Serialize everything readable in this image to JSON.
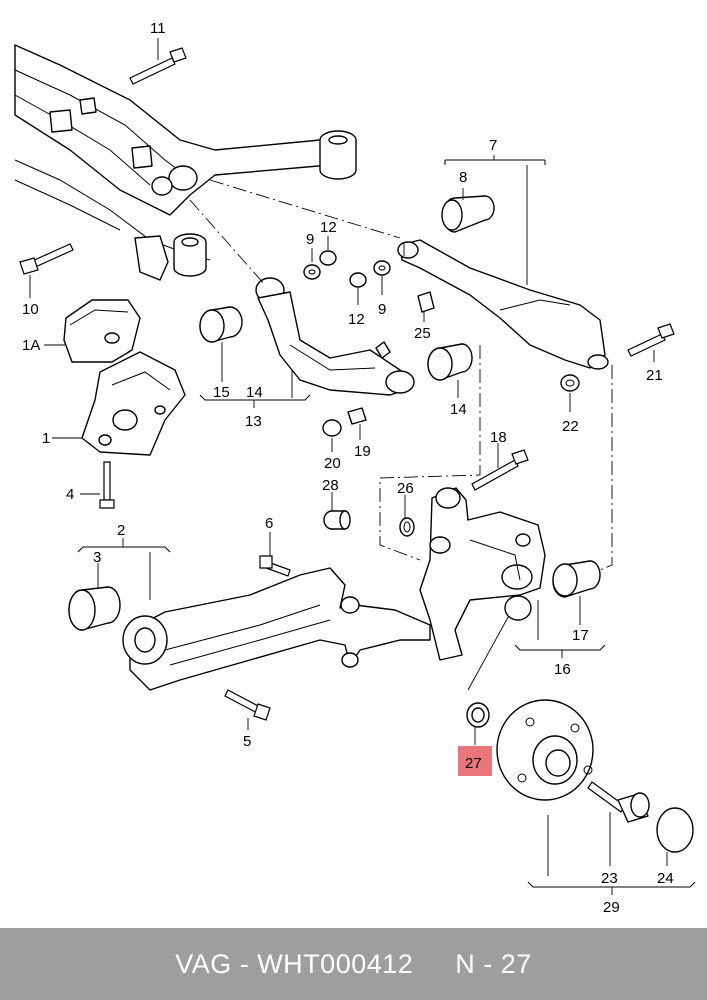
{
  "labels": {
    "l1": "1",
    "l1A": "1A",
    "l2": "2",
    "l3": "3",
    "l4": "4",
    "l5": "5",
    "l6": "6",
    "l7": "7",
    "l8": "8",
    "l9a": "9",
    "l9b": "9",
    "l10": "10",
    "l11": "11",
    "l12a": "12",
    "l12b": "12",
    "l13": "13",
    "l14a": "14",
    "l14b": "14",
    "l15": "15",
    "l16": "16",
    "l17": "17",
    "l18": "18",
    "l19": "19",
    "l20": "20",
    "l21": "21",
    "l22": "22",
    "l23": "23",
    "l24": "24",
    "l25": "25",
    "l26": "26",
    "l27": "27",
    "l28": "28",
    "l29": "29"
  },
  "highlight": {
    "label": "27",
    "color": "#e8767a"
  },
  "footer": {
    "brand_part": "VAG - WHT000412",
    "ref": "N - 27"
  }
}
